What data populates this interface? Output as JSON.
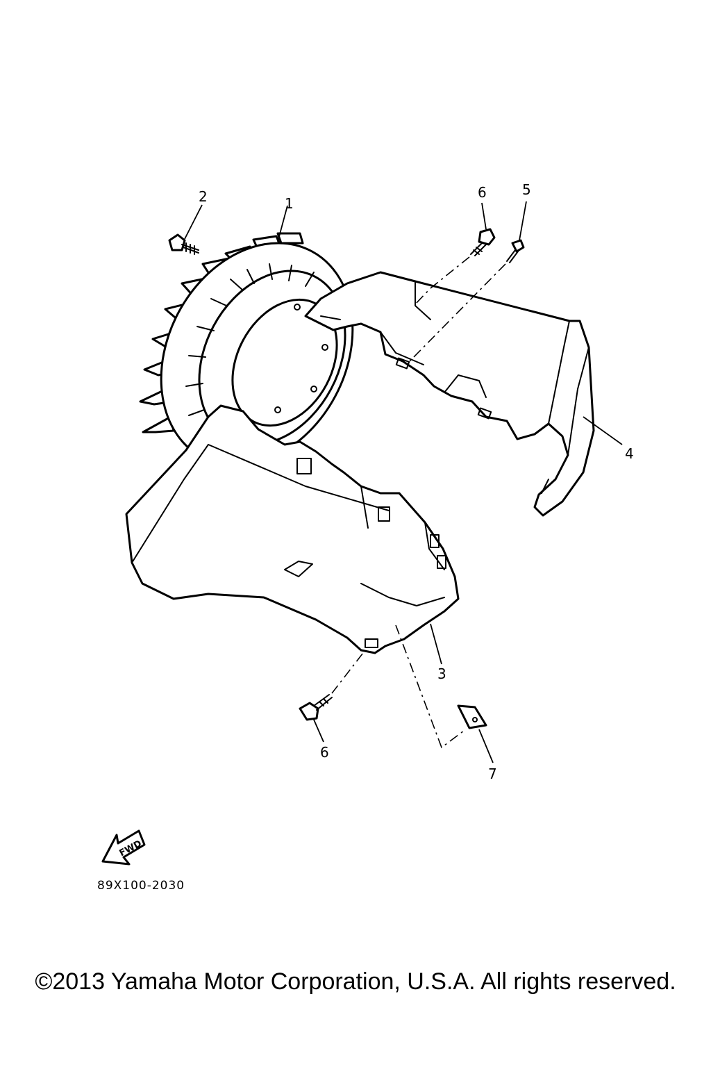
{
  "callouts": {
    "c1": "1",
    "c2": "2",
    "c3": "3",
    "c4": "4",
    "c5": "5",
    "c6_top": "6",
    "c6_bottom": "6",
    "c7": "7"
  },
  "direction_label": "FWD",
  "diagram_code": "89X100-2030",
  "copyright": "©2013 Yamaha Motor Corporation, U.S.A. All rights reserved."
}
